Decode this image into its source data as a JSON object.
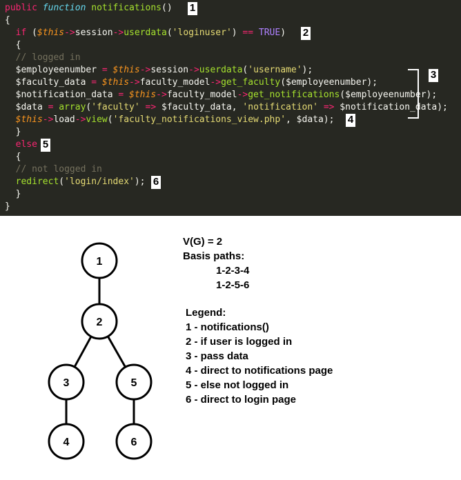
{
  "code": {
    "lines": [
      [
        {
          "t": "public ",
          "c": "kw"
        },
        {
          "t": "function ",
          "c": "kwi"
        },
        {
          "t": "notifications",
          "c": "fn"
        },
        {
          "t": "()",
          "c": "plain"
        }
      ],
      [
        {
          "t": "{",
          "c": "plain"
        }
      ],
      [
        {
          "t": "  ",
          "c": "plain"
        },
        {
          "t": "if",
          "c": "kw"
        },
        {
          "t": " (",
          "c": "plain"
        },
        {
          "t": "$this",
          "c": "this"
        },
        {
          "t": "->",
          "c": "op"
        },
        {
          "t": "session",
          "c": "plain"
        },
        {
          "t": "->",
          "c": "op"
        },
        {
          "t": "userdata",
          "c": "fn"
        },
        {
          "t": "(",
          "c": "plain"
        },
        {
          "t": "'loginuser'",
          "c": "str"
        },
        {
          "t": ") ",
          "c": "plain"
        },
        {
          "t": "==",
          "c": "op"
        },
        {
          "t": " ",
          "c": "plain"
        },
        {
          "t": "TRUE",
          "c": "const"
        },
        {
          "t": ")",
          "c": "plain"
        }
      ],
      [
        {
          "t": "  {",
          "c": "plain"
        }
      ],
      [
        {
          "t": "  // logged in",
          "c": "cm"
        }
      ],
      [
        {
          "t": "  $employeenumber ",
          "c": "plain"
        },
        {
          "t": "=",
          "c": "op"
        },
        {
          "t": " ",
          "c": "plain"
        },
        {
          "t": "$this",
          "c": "this"
        },
        {
          "t": "->",
          "c": "op"
        },
        {
          "t": "session",
          "c": "plain"
        },
        {
          "t": "->",
          "c": "op"
        },
        {
          "t": "userdata",
          "c": "fn"
        },
        {
          "t": "(",
          "c": "plain"
        },
        {
          "t": "'username'",
          "c": "str"
        },
        {
          "t": ");",
          "c": "plain"
        }
      ],
      [
        {
          "t": "  $faculty_data ",
          "c": "plain"
        },
        {
          "t": "=",
          "c": "op"
        },
        {
          "t": " ",
          "c": "plain"
        },
        {
          "t": "$this",
          "c": "this"
        },
        {
          "t": "->",
          "c": "op"
        },
        {
          "t": "faculty_model",
          "c": "plain"
        },
        {
          "t": "->",
          "c": "op"
        },
        {
          "t": "get_faculty",
          "c": "fn"
        },
        {
          "t": "($employeenumber);",
          "c": "plain"
        }
      ],
      [
        {
          "t": "  $notification_data ",
          "c": "plain"
        },
        {
          "t": "=",
          "c": "op"
        },
        {
          "t": " ",
          "c": "plain"
        },
        {
          "t": "$this",
          "c": "this"
        },
        {
          "t": "->",
          "c": "op"
        },
        {
          "t": "faculty_model",
          "c": "plain"
        },
        {
          "t": "->",
          "c": "op"
        },
        {
          "t": "get_notifications",
          "c": "fn"
        },
        {
          "t": "($employeenumber);",
          "c": "plain"
        }
      ],
      [
        {
          "t": "  $data ",
          "c": "plain"
        },
        {
          "t": "=",
          "c": "op"
        },
        {
          "t": " ",
          "c": "plain"
        },
        {
          "t": "array",
          "c": "fn"
        },
        {
          "t": "(",
          "c": "plain"
        },
        {
          "t": "'faculty'",
          "c": "str"
        },
        {
          "t": " ",
          "c": "plain"
        },
        {
          "t": "=>",
          "c": "op"
        },
        {
          "t": " $faculty_data, ",
          "c": "plain"
        },
        {
          "t": "'notification'",
          "c": "str"
        },
        {
          "t": " ",
          "c": "plain"
        },
        {
          "t": "=>",
          "c": "op"
        },
        {
          "t": " $notification_data);",
          "c": "plain"
        }
      ],
      [
        {
          "t": "  ",
          "c": "plain"
        },
        {
          "t": "$this",
          "c": "this"
        },
        {
          "t": "->",
          "c": "op"
        },
        {
          "t": "load",
          "c": "plain"
        },
        {
          "t": "->",
          "c": "op"
        },
        {
          "t": "view",
          "c": "fn"
        },
        {
          "t": "(",
          "c": "plain"
        },
        {
          "t": "'faculty_notifications_view.php'",
          "c": "str"
        },
        {
          "t": ", $data);",
          "c": "plain"
        }
      ],
      [
        {
          "t": "  }",
          "c": "plain"
        }
      ],
      [
        {
          "t": "  ",
          "c": "plain"
        },
        {
          "t": "else",
          "c": "kw"
        }
      ],
      [
        {
          "t": "  {",
          "c": "plain"
        }
      ],
      [
        {
          "t": "  // not logged in",
          "c": "cm"
        }
      ],
      [
        {
          "t": "  ",
          "c": "plain"
        },
        {
          "t": "redirect",
          "c": "fn"
        },
        {
          "t": "(",
          "c": "plain"
        },
        {
          "t": "'login/index'",
          "c": "str"
        },
        {
          "t": ");",
          "c": "plain"
        }
      ],
      [
        {
          "t": "  }",
          "c": "plain"
        }
      ],
      [
        {
          "t": "}",
          "c": "plain"
        }
      ]
    ],
    "badges": {
      "b1": "1",
      "b2": "2",
      "b3": "3",
      "b4": "4",
      "b5": "5",
      "b6": "6"
    }
  },
  "graph": {
    "nodes": [
      {
        "id": "1",
        "label": "1"
      },
      {
        "id": "2",
        "label": "2"
      },
      {
        "id": "3",
        "label": "3"
      },
      {
        "id": "4",
        "label": "4"
      },
      {
        "id": "5",
        "label": "5"
      },
      {
        "id": "6",
        "label": "6"
      }
    ],
    "edges": [
      [
        "1",
        "2"
      ],
      [
        "2",
        "3"
      ],
      [
        "2",
        "5"
      ],
      [
        "3",
        "4"
      ],
      [
        "5",
        "6"
      ]
    ]
  },
  "info": {
    "complexity": "V(G) = 2",
    "basis_title": "Basis paths:",
    "paths": [
      "1-2-3-4",
      "1-2-5-6"
    ],
    "legend_title": "Legend:",
    "legend": [
      "1 - notifications()",
      "2 - if user is logged in",
      "3 - pass data",
      "4 - direct to notifications page",
      "5 - else not logged in",
      "6 - direct to login page"
    ]
  }
}
